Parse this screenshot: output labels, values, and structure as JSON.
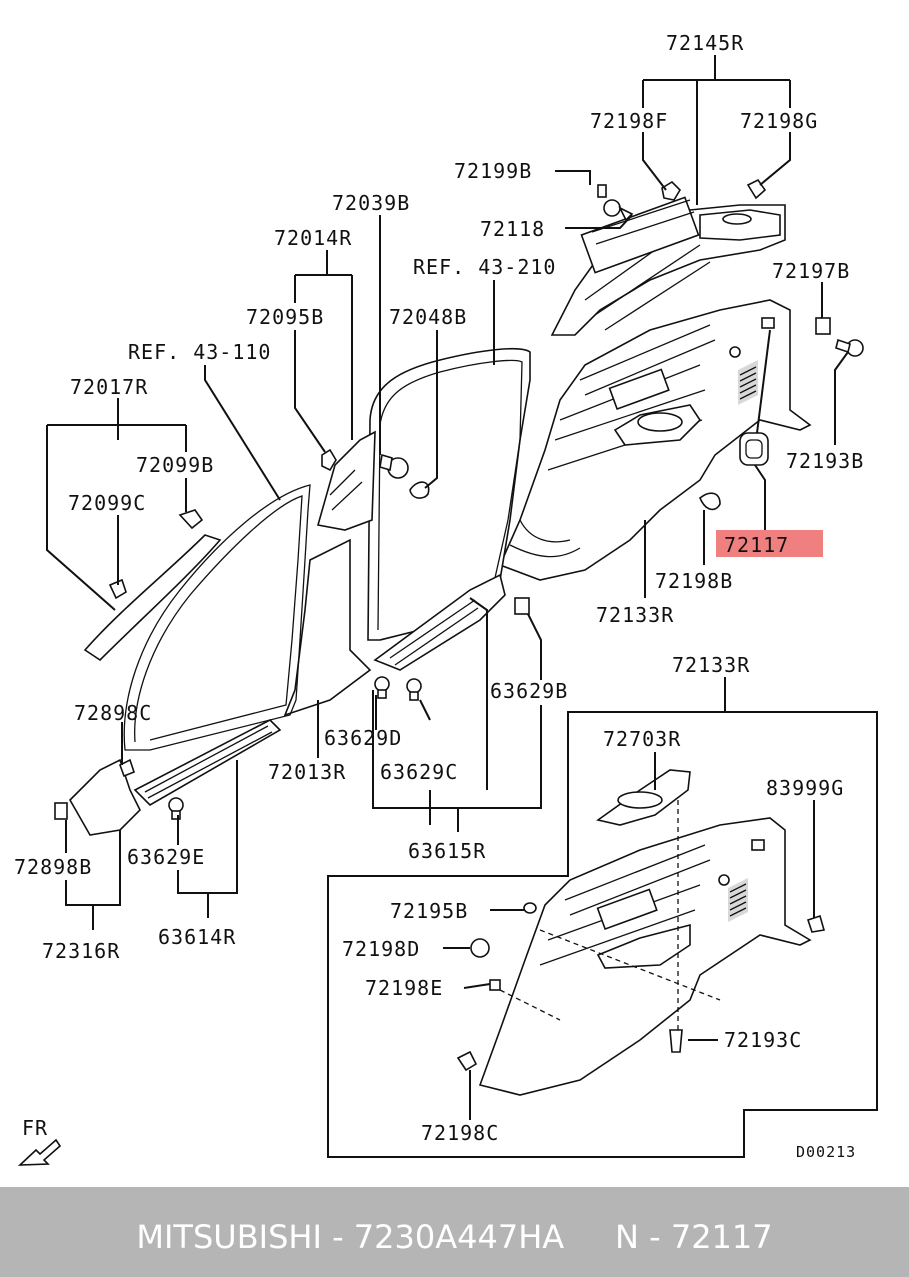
{
  "diagram": {
    "labels": {
      "p72145R": "72145R",
      "p72198F": "72198F",
      "p72198G": "72198G",
      "p72199B": "72199B",
      "p72118": "72118",
      "p72039B": "72039B",
      "p72014R": "72014R",
      "ref43210": "REF. 43-210",
      "p72197B": "72197B",
      "p72095B": "72095B",
      "p72048B": "72048B",
      "ref43110": "REF. 43-110",
      "p72017R": "72017R",
      "p72099B": "72099B",
      "p72099C": "72099C",
      "p72193B": "72193B",
      "p72117": "72117",
      "p72198B": "72198B",
      "p72133R_top": "72133R",
      "p72133R_box": "72133R",
      "p63629B": "63629B",
      "p72898C": "72898C",
      "p63629D": "63629D",
      "p72013R": "72013R",
      "p63629C": "63629C",
      "p72703R": "72703R",
      "p83999G": "83999G",
      "p72898B": "72898B",
      "p63629E": "63629E",
      "p63615R": "63615R",
      "p72316R": "72316R",
      "p63614R": "63614R",
      "p72195B": "72195B",
      "p72198D": "72198D",
      "p72198E": "72198E",
      "p72193C": "72193C",
      "p72198C": "72198C",
      "fr": "FR",
      "code": "D00213"
    },
    "highlight_color": "#f08080"
  },
  "footer": {
    "text": "MITSUBISHI - 7230A447HA     N - 72117",
    "background": "#b5b5b5"
  }
}
